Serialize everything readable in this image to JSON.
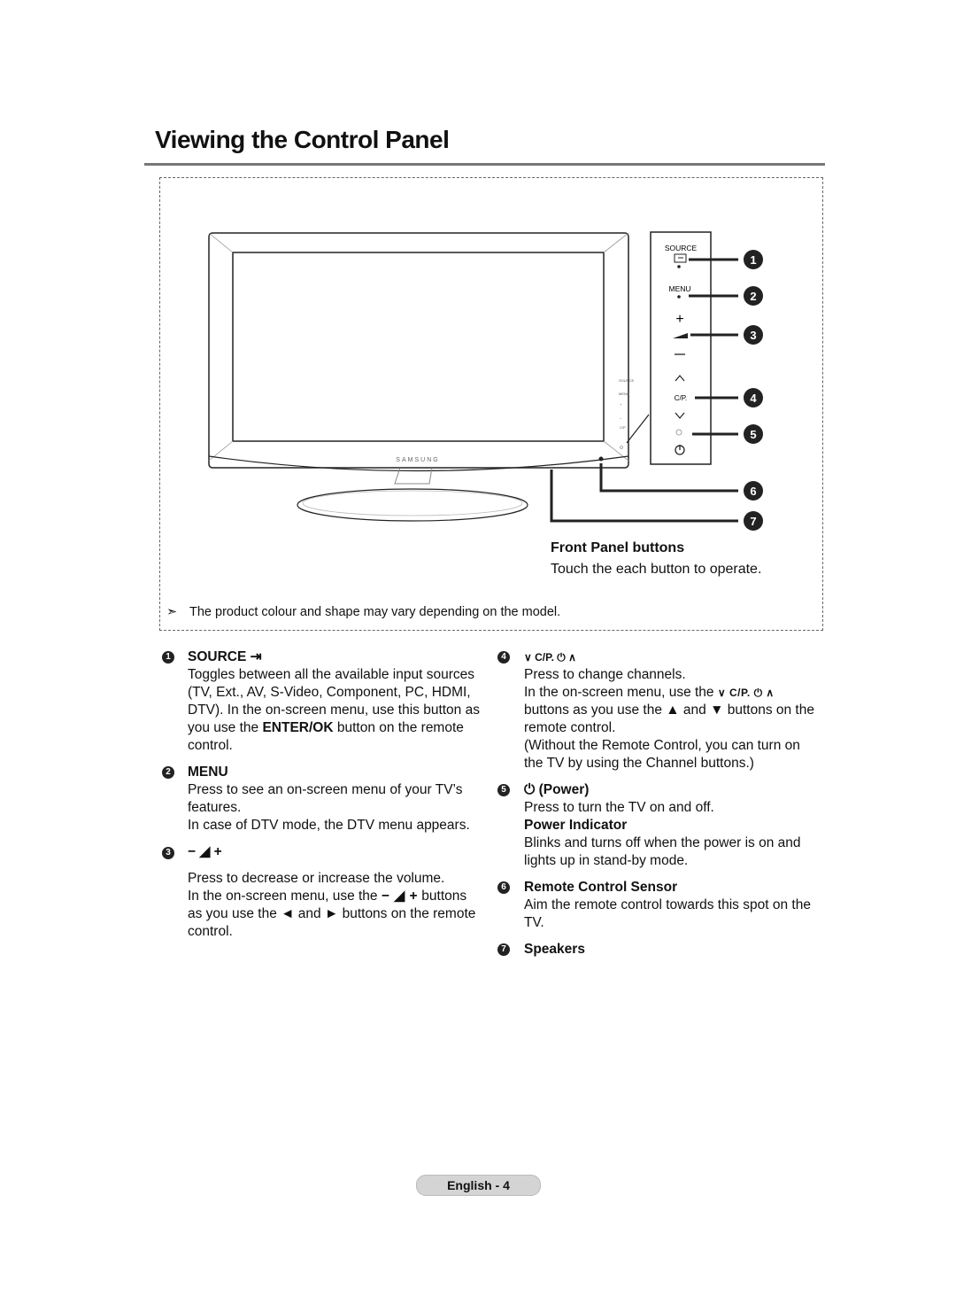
{
  "title": "Viewing the Control Panel",
  "diagram": {
    "source_label": "SOURCE",
    "menu_label": "MENU",
    "cp_label": "C/P.",
    "brand": "SAMSUNG",
    "callouts": [
      "1",
      "2",
      "3",
      "4",
      "5",
      "6",
      "7"
    ]
  },
  "front_panel": {
    "heading": "Front Panel buttons",
    "subtext": "Touch the each button to operate."
  },
  "note": "The product colour and shape may vary depending on the model.",
  "items": {
    "source": {
      "num": "1",
      "title": "SOURCE",
      "text_a": "Toggles between all the available input sources (TV, Ext., AV, S-Video, Component, PC, HDMI, DTV). In the on-screen menu, use this button as you use the ",
      "text_b": "ENTER/OK",
      "text_c": " button on the remote control."
    },
    "menu": {
      "num": "2",
      "title": "MENU",
      "text_1": "Press to see an on-screen menu of your TV’s features.",
      "text_2": "In case of DTV mode, the DTV menu appears."
    },
    "volume": {
      "num": "3",
      "title": "− ◢ +",
      "text_1": "Press to decrease or increase the volume.",
      "text_2a": "In the on-screen menu, use the ",
      "text_2sym": "− ◢ +",
      "text_2b": " buttons as you use the ◄ and ► buttons on the remote control."
    },
    "channel": {
      "num": "4",
      "title": "∨ C/P. ⏻ ∧",
      "text_1": "Press to change channels.",
      "text_2a": "In the on-screen menu, use the ",
      "text_2sym": "∨ C/P. ⏻ ∧",
      "text_2b": " buttons  as you use the ▲ and ▼ buttons on the remote control.",
      "text_3": "(Without the Remote Control, you can turn on the TV by using the Channel buttons.)"
    },
    "power": {
      "num": "5",
      "title": "⏻ (Power)",
      "text_1": "Press to turn the TV on and off.",
      "sub_title": "Power Indicator",
      "text_2": "Blinks and turns off when the power is on and lights up in stand-by mode."
    },
    "sensor": {
      "num": "6",
      "title": "Remote Control Sensor",
      "text_1": "Aim the remote control towards this spot on the TV."
    },
    "speakers": {
      "num": "7",
      "title": "Speakers"
    }
  },
  "footer": "English - 4"
}
